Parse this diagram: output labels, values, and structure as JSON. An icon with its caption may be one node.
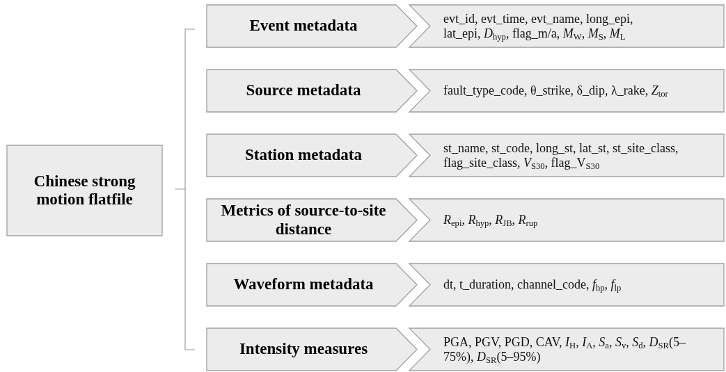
{
  "diagram": {
    "nodes": [
      {
        "text": [
          "Chinese strong motion flatfile"
        ]
      },
      {
        "text": [
          "Event metadata"
        ]
      },
      {
        "text": [
          "evt_id, evt_time, evt_name, long_epi, lat_epi, *D*$_{hyp}$, flag_m/a, *M*$_{W}$, *M*$_{S}$, *M*$_{L}$"
        ]
      },
      {
        "text": [
          "Source metadata"
        ]
      },
      {
        "text": [
          "fault_type_code, θ_strike, δ_dip, λ_rake, *Z*$_{tor}$"
        ]
      },
      {
        "text": [
          "Station metadata"
        ]
      },
      {
        "text": [
          "st_name, st_code, long_st, lat_st, st_site_class, flag_site_class, *V*$_{S30}$, flag_V$_{S30}$"
        ]
      },
      {
        "text": [
          "Metrics of source-to-site distance"
        ]
      },
      {
        "text": [
          "*R*$_{epi}$, *R*$_{hyp}$, *R*$_{JB}$, *R*$_{rup}$"
        ]
      },
      {
        "text": [
          "Waveform metadata"
        ]
      },
      {
        "text": [
          "dt, t_duration, channel_code, *f*$_{hp}$, *f*$_{lp}$"
        ]
      },
      {
        "text": [
          "Intensity measures"
        ]
      },
      {
        "text": [
          "PGA, PGV, PGD, CAV, *I*$_{H}$, *I*$_{A}$, *S*$_{a}$, *S*$_{v}$, *S*$_{d}$, *D*$_{SR}$(5–75%), *D*$_{SR}$(5–95%)"
        ]
      }
    ]
  }
}
